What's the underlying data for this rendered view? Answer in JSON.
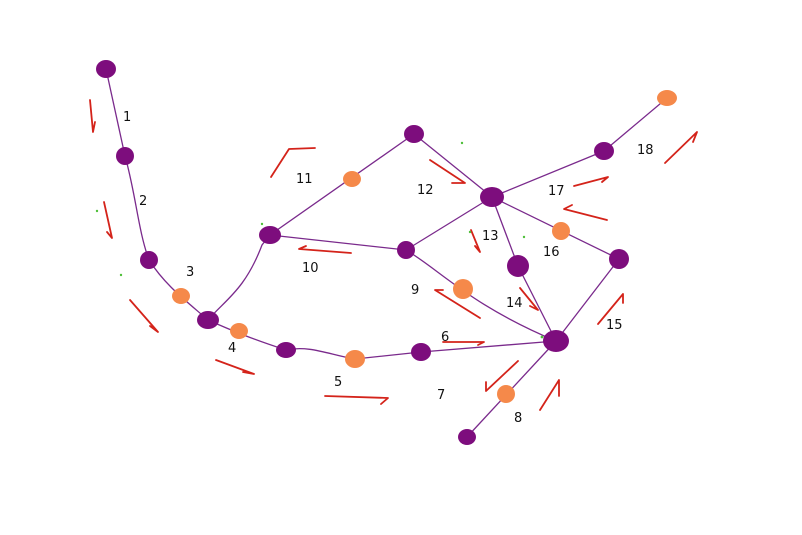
{
  "colors": {
    "background": "#ffffff",
    "edge": "#7a2a8c",
    "junction_node": "#7d0d7d",
    "midpoint_node": "#f5894a",
    "direction_arrow": "#d4231a"
  },
  "edges": [
    {
      "number": "1"
    },
    {
      "number": "2"
    },
    {
      "number": "3"
    },
    {
      "number": "4"
    },
    {
      "number": "5"
    },
    {
      "number": "6"
    },
    {
      "number": "7"
    },
    {
      "number": "8"
    },
    {
      "number": "9"
    },
    {
      "number": "10"
    },
    {
      "number": "11"
    },
    {
      "number": "12"
    },
    {
      "number": "13"
    },
    {
      "number": "14"
    },
    {
      "number": "15"
    },
    {
      "number": "16"
    },
    {
      "number": "17"
    },
    {
      "number": "18"
    }
  ]
}
